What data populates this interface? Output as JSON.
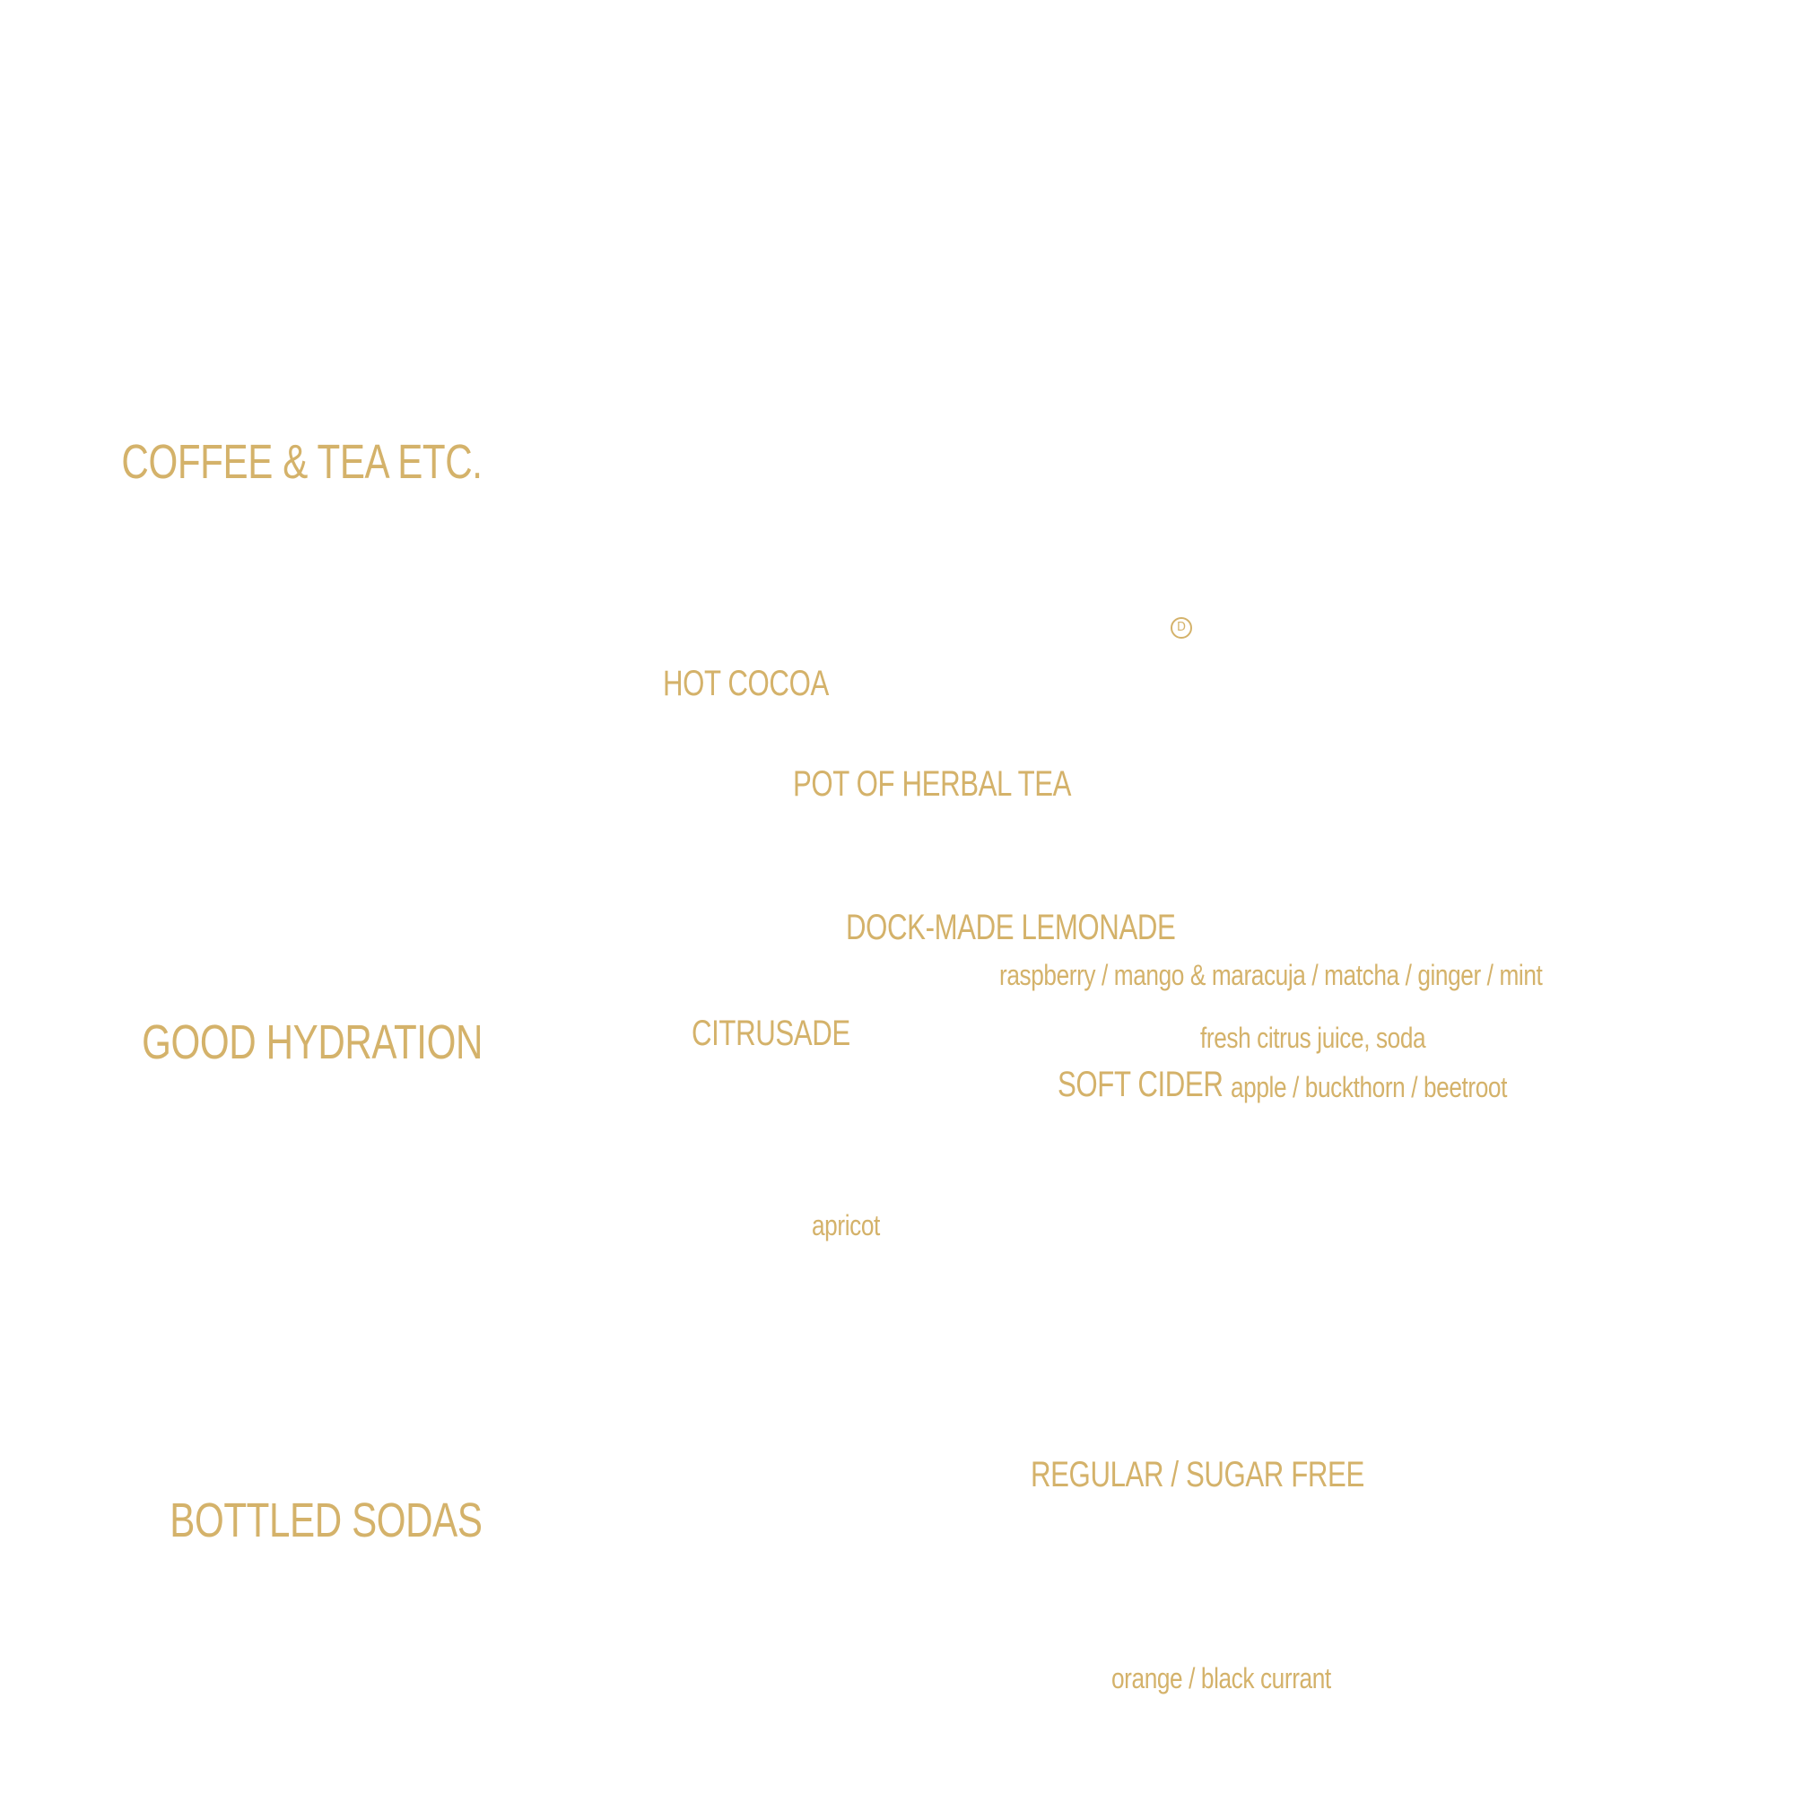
{
  "colors": {
    "gold": "#d4b26a",
    "background": "#ffffff"
  },
  "sections": [
    {
      "heading": "COFFEE & TEA ETC.",
      "items": [
        {
          "name": "HOT COCOA",
          "badge": "D"
        },
        {
          "name": "POT OF HERBAL TEA"
        }
      ]
    },
    {
      "heading": "GOOD HYDRATION",
      "items": [
        {
          "name": "DOCK-MADE LEMONADE",
          "description": "raspberry / mango & maracuja / matcha / ginger / mint"
        },
        {
          "name": "CITRUSADE",
          "description": "fresh citrus juice, soda"
        },
        {
          "name": "SOFT CIDER",
          "description": "apple / buckthorn / beetroot"
        },
        {
          "description": "apricot"
        }
      ]
    },
    {
      "heading": "BOTTLED SODAS",
      "items": [
        {
          "name": "REGULAR / SUGAR FREE"
        },
        {
          "description": "orange / black currant"
        }
      ]
    }
  ]
}
